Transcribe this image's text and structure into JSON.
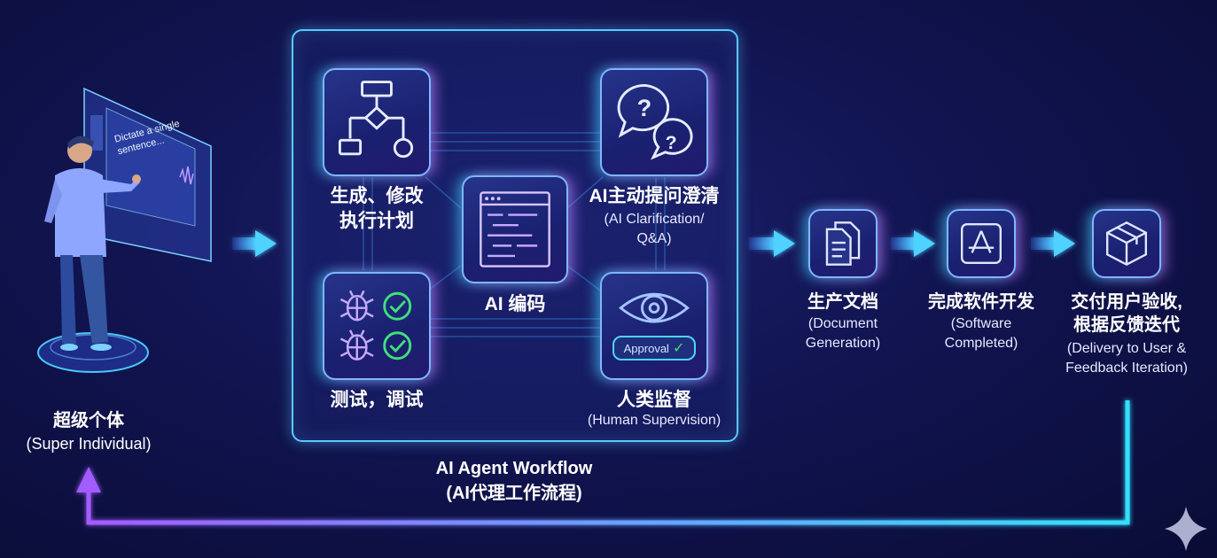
{
  "super_individual": {
    "screen_text": "Dictate a single sentence...",
    "label_cn": "超级个体",
    "label_en": "(Super Individual)"
  },
  "workflow": {
    "title_en": "AI Agent Workflow",
    "title_cn": "(AI代理工作流程)",
    "plan": {
      "line1": "生成、修改",
      "line2": "执行计划"
    },
    "clarify": {
      "label_cn": "AI主动提问澄清",
      "label_en_1": "(AI Clarification/",
      "label_en_2": "Q&A)"
    },
    "coding": {
      "label": "AI 编码"
    },
    "testing": {
      "label": "测试，调试"
    },
    "supervision": {
      "badge": "Approval",
      "label_cn": "人类监督",
      "label_en": "(Human Supervision)"
    }
  },
  "pipeline": [
    {
      "label_cn": "生产文档",
      "label_en_1": "(Document",
      "label_en_2": "Generation)"
    },
    {
      "label_cn": "完成软件开发",
      "label_en_1": "(Software",
      "label_en_2": "Completed)"
    },
    {
      "label_cn_1": "交付用户验收,",
      "label_cn_2": "根据反馈迭代",
      "label_en_1": "(Delivery to User &",
      "label_en_2": "Feedback Iteration)"
    }
  ],
  "colors": {
    "cyan": "#3fd8ff",
    "violet": "#c77bff",
    "green": "#3fe07a",
    "background": "#111450"
  }
}
